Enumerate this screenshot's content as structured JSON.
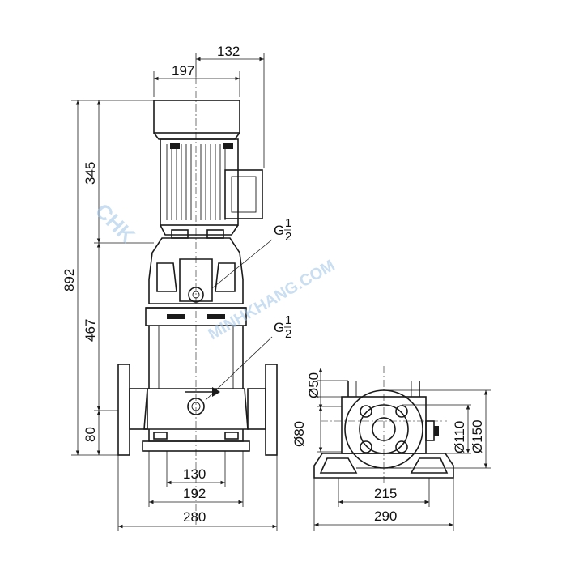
{
  "front_view": {
    "dim_width_upper": "197",
    "dim_width_offset": "132",
    "dim_total_height": "892",
    "dim_motor_height": "345",
    "dim_pump_height": "467",
    "dim_base_height": "80",
    "dim_foot_hole": "130",
    "dim_foot_width": "192",
    "dim_flange_span": "280",
    "port_upper": {
      "letter": "G",
      "num": "1",
      "den": "2"
    },
    "port_lower": {
      "letter": "G",
      "num": "1",
      "den": "2"
    }
  },
  "side_view": {
    "dim_bore_upper": "Ø50",
    "dim_bore_inner": "Ø80",
    "dim_bolt_circle": "Ø110",
    "dim_flange_outer": "Ø150",
    "dim_base_holes": "215",
    "dim_base_width": "290"
  },
  "watermark": {
    "text": "MINHKHANG.COM",
    "brand": "CHK"
  }
}
